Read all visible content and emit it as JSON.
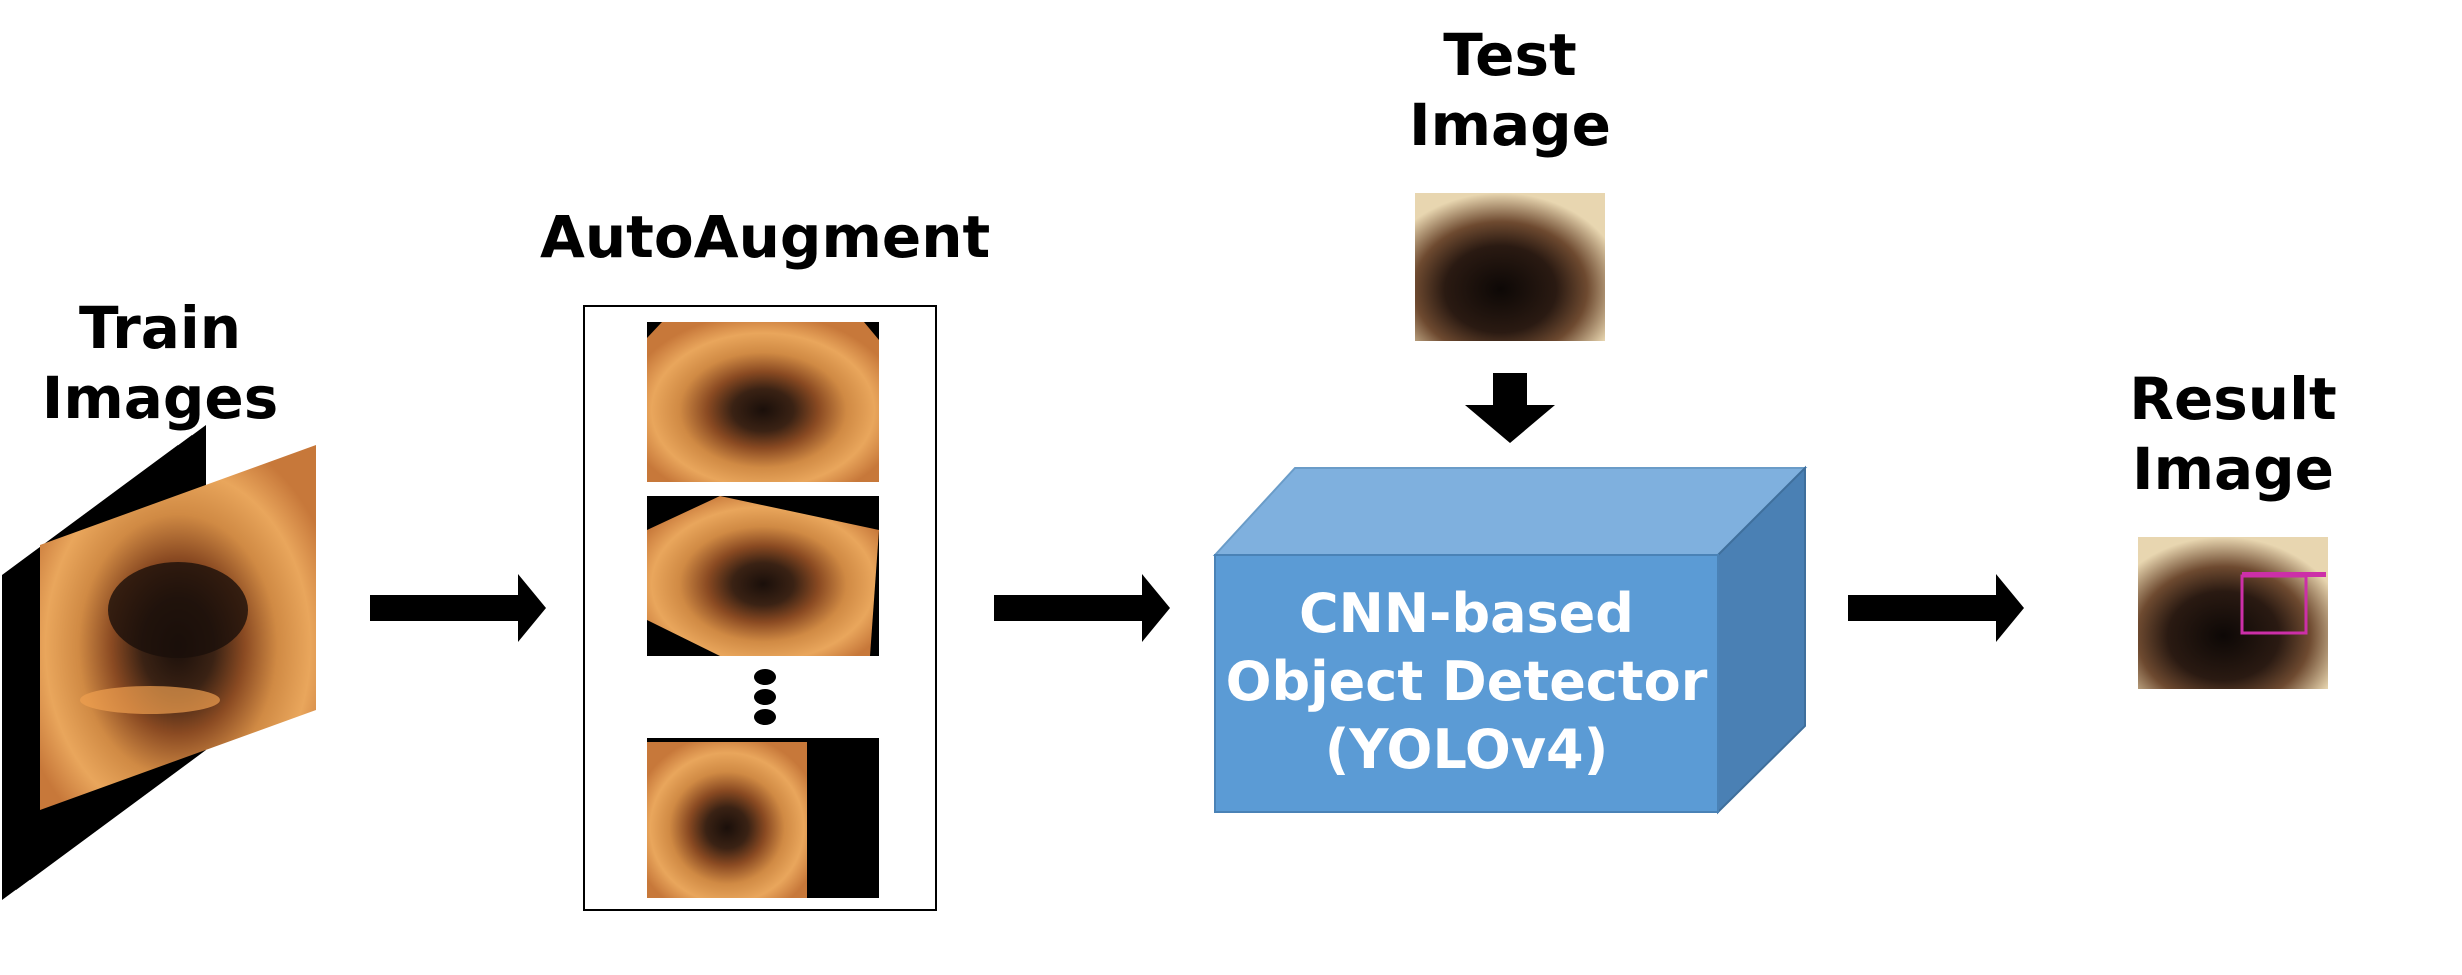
{
  "diagram": {
    "train_label_line1": "Train",
    "train_label_line2": "Images",
    "autoaugment_label": "AutoAugment",
    "test_label_line1": "Test",
    "test_label_line2": "Image",
    "result_label_line1": "Result",
    "result_label_line2": "Image",
    "detector_line1": "CNN-based",
    "detector_line2": "Object Detector",
    "detector_line3": "(YOLOv4)",
    "colors": {
      "box_front": "#5b9bd5",
      "box_top": "#7fb0de",
      "box_side": "#4a80b4",
      "arrow": "#000000",
      "detection_box": "#cc2fa8"
    }
  }
}
